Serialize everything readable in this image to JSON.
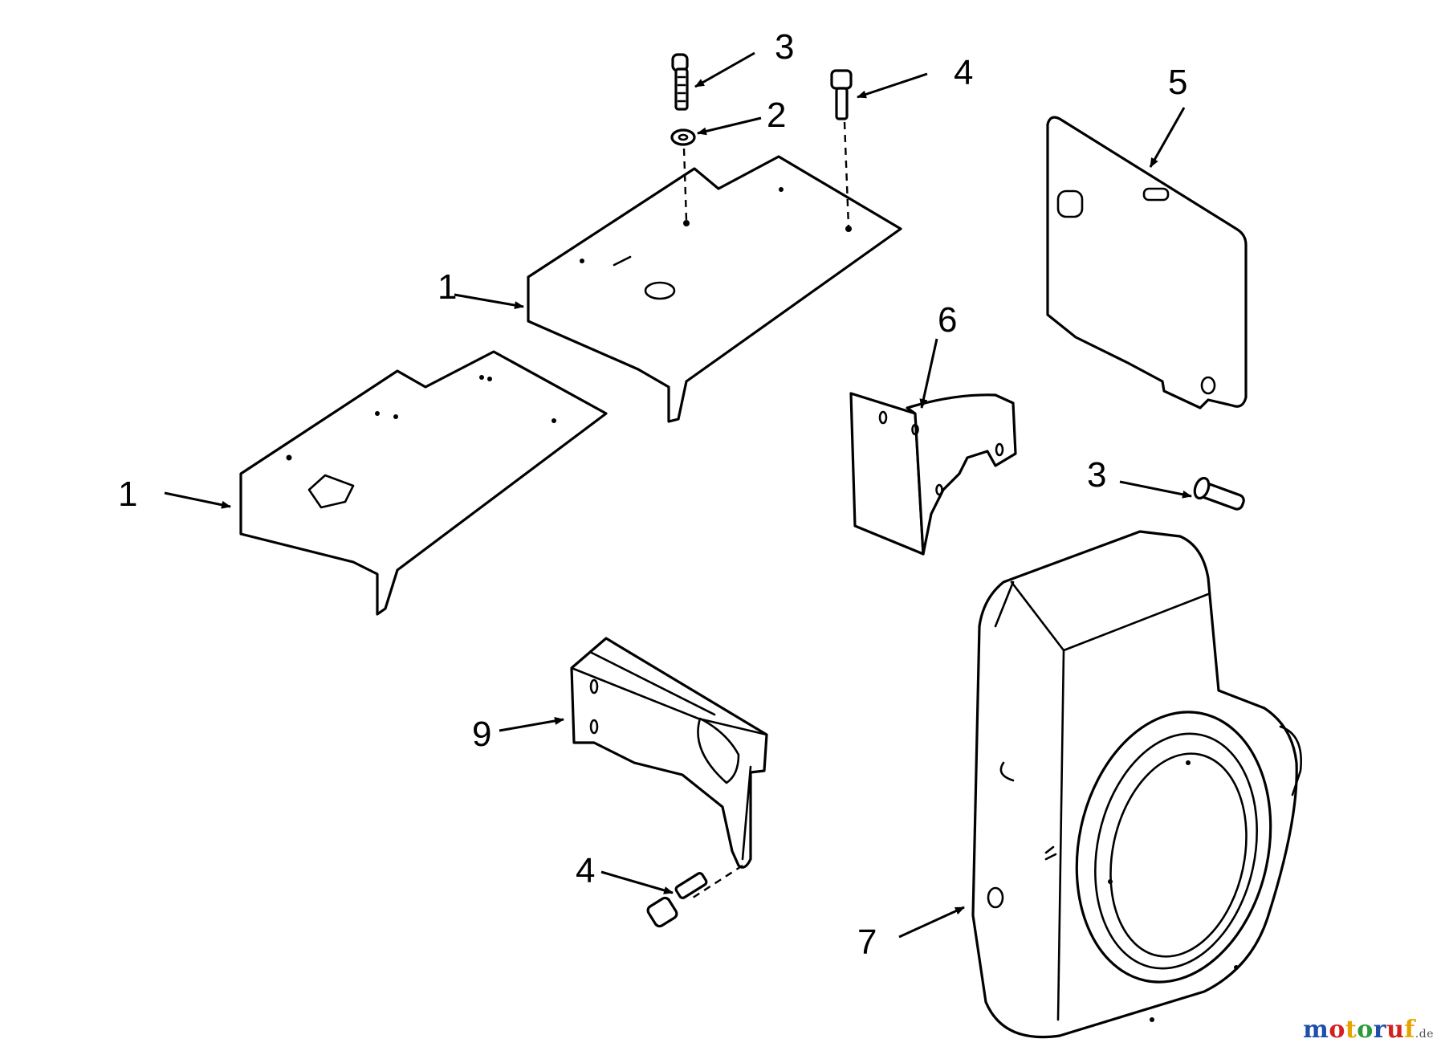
{
  "callouts": {
    "c1a": "1",
    "c1b": "1",
    "c2": "2",
    "c3a": "3",
    "c3b": "3",
    "c4a": "4",
    "c4b": "4",
    "c5": "5",
    "c6": "6",
    "c7": "7",
    "c9": "9"
  },
  "watermark": {
    "letters": [
      "m",
      "o",
      "t",
      "o",
      "r",
      "u",
      "f"
    ],
    "letter_colors": [
      "#1f4fa8",
      "#d42020",
      "#e8a200",
      "#2a9a3a",
      "#1f4fa8",
      "#d42020",
      "#e8a200"
    ],
    "suffix": ".de"
  }
}
